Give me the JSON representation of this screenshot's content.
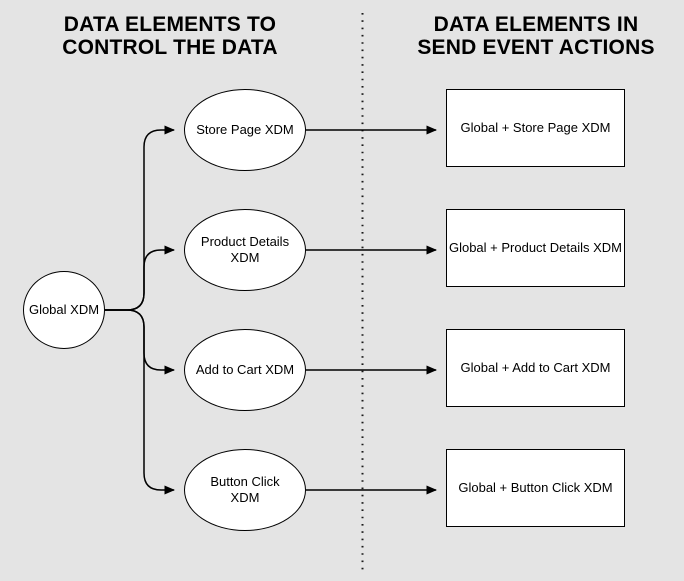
{
  "diagram": {
    "left_panel": {
      "title": "DATA ELEMENTS TO\nCONTROL THE DATA",
      "source_node": {
        "label": "Global XDM",
        "shape": "circle"
      },
      "nodes": [
        {
          "label": "Store Page XDM",
          "shape": "ellipse"
        },
        {
          "label": "Product Details XDM",
          "shape": "ellipse"
        },
        {
          "label": "Add to Cart XDM",
          "shape": "ellipse"
        },
        {
          "label": "Button Click XDM",
          "shape": "ellipse"
        }
      ]
    },
    "right_panel": {
      "title": "DATA ELEMENTS IN\nSEND EVENT ACTIONS",
      "nodes": [
        {
          "label": "Global + Store Page XDM",
          "shape": "rectangle"
        },
        {
          "label": "Global + Product Details XDM",
          "shape": "rectangle"
        },
        {
          "label": "Global + Add to Cart XDM",
          "shape": "rectangle"
        },
        {
          "label": "Global + Button Click XDM",
          "shape": "rectangle"
        }
      ]
    },
    "colors": {
      "background": "#e4e4e4",
      "shape_fill": "#ffffff",
      "stroke": "#000000",
      "divider_dots": "#1a1a1a"
    }
  }
}
